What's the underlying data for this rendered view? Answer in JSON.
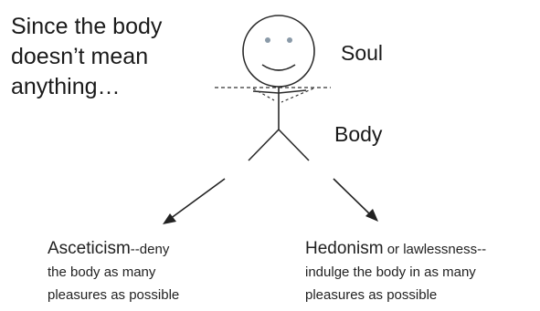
{
  "intro": {
    "line1": "Since the body",
    "line2": "doesn’t mean",
    "line3": "anything…"
  },
  "labels": {
    "soul": "Soul",
    "body": "Body"
  },
  "left_branch": {
    "term": "Asceticism",
    "rest": "--deny",
    "line2": "the body as many",
    "line3": "pleasures as possible"
  },
  "right_branch": {
    "term": "Hedonism",
    "rest": " or lawlessness--",
    "line2": "indulge the body in as many",
    "line3": "pleasures as possible"
  },
  "colors": {
    "ink": "#1a1a1a",
    "eye": "#8a9aa8"
  }
}
